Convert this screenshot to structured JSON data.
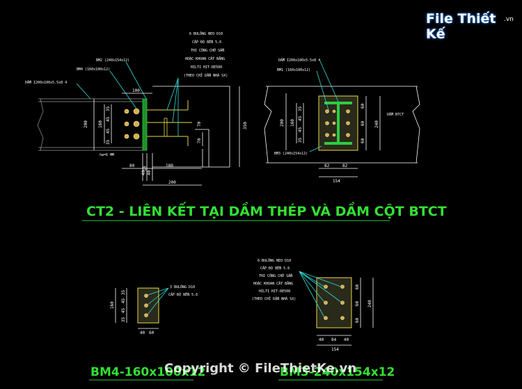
{
  "logo": {
    "text": "File Thiết Kế",
    "suffix": ".vn"
  },
  "watermark": "Copyright © FileThietKe.vn",
  "section_titles": {
    "ct2": "CT2 - LIÊN KẾT TẠI DẦM THÉP VÀ DẦM CỘT BTCT",
    "bm4": "BM4-160x100x12",
    "bm3": "BM3-240x154x12"
  },
  "labels": {
    "main_note_1": "6 BULÔNG NEO D10",
    "main_note_2": "CẤP ĐỘ BỀN 5.6",
    "main_note_3": "THI CÔNG CHỜ SẴN",
    "main_note_4": "HOẶC KHOAN CẤY BẰNG",
    "main_note_5": "HILTI HIT-RE500",
    "main_note_6": "(THEO CHỈ DẪN NHÀ SX)",
    "bm2_label": "BM2 (240x154x12)",
    "bm4_label": "BM4 (160x100x12)",
    "beam_label_left": "DẦM I200x100x5.5x8 4",
    "weld_label": "hw=6 MM",
    "right_beam_label": "DẦM I200x100x5.5x8 4",
    "right_bm1": "BM1 (160x100x12)",
    "right_bm3": "BM3 (240x154x12)",
    "dam_btct": "DẦM BTCT",
    "bm4_note_1": "3 BULÔNG D10",
    "bm4_note_2": "CẤP ĐỘ BỀN 5.6",
    "bm3_note_1": "6 BULÔNG NEO D10",
    "bm3_note_2": "CẤP ĐỘ BỀN 5.6",
    "bm3_note_3": "THI CÔNG CHỜ SẴN",
    "bm3_note_4": "HOẶC KHOAN CẤY BẰNG",
    "bm3_note_5": "HILTI HIT-RE500",
    "bm3_note_6": "(THEO CHỈ DẪN NHÀ SX)"
  },
  "dims": {
    "left_100": "100",
    "left_200": "200",
    "left_160": "160",
    "left_35a": "35",
    "left_45a": "45",
    "left_45b": "45",
    "left_35b": "35",
    "left_70a": "70",
    "left_70b": "70",
    "left_350": "350",
    "left_80": "80",
    "left_10": "10",
    "left_180": "180",
    "left_40a": "40",
    "left_40b": "40",
    "left_200b": "200",
    "r_200": "200",
    "r_160": "160",
    "r_35a": "35",
    "r_45a": "45",
    "r_45b": "45",
    "r_35b": "35",
    "r_60a": "60",
    "r_60b": "60",
    "r_60c": "60",
    "r_240": "240",
    "r_82a": "82",
    "r_82b": "82",
    "r_154": "154",
    "b4_160": "160",
    "b4_35a": "35",
    "b4_45a": "45",
    "b4_45b": "45",
    "b4_35b": "35",
    "b4_40": "40",
    "b4_60": "60",
    "b3_60a": "60",
    "b3_60b": "60",
    "b3_60c": "60",
    "b3_240": "240",
    "b3_40a": "40",
    "b3_84": "84",
    "b3_40b": "40",
    "b3_154": "154"
  }
}
